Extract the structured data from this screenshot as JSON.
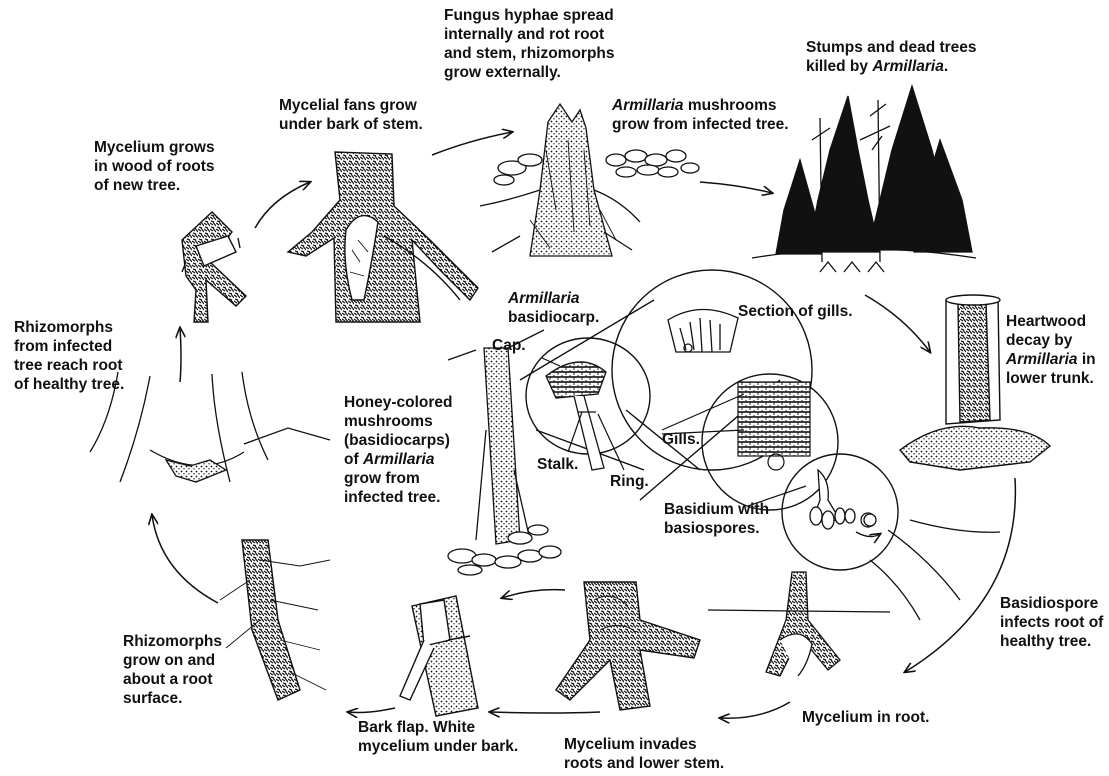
{
  "labels": {
    "mycelium_new_tree": [
      "Mycelium grows",
      "in wood of roots",
      "of new tree."
    ],
    "mycelial_fans": [
      "Mycelial fans grow",
      "under bark of stem."
    ],
    "fungus_hyphae": [
      "Fungus hyphae spread",
      "internally and rot root",
      "and stem, rhizomorphs",
      "grow externally."
    ],
    "armillaria_mushrooms": {
      "italic": "Armillaria",
      "rest": " mushrooms",
      "line2": "grow from infected tree."
    },
    "stumps": {
      "line1": "Stumps and dead trees",
      "pre": "killed by ",
      "italic": "Armillaria",
      "post": "."
    },
    "heartwood": {
      "line1": "Heartwood",
      "line2": "decay by",
      "italic": "Armillaria",
      "post": " in",
      "line4": "lower trunk."
    },
    "basidiospore_infects": [
      "Basidiospore",
      "infects root of",
      "healthy tree."
    ],
    "mycelium_in_root": "Mycelium in root.",
    "mycelium_invades": [
      "Mycelium invades",
      "roots and lower stem."
    ],
    "bark_flap": [
      "Bark flap. White",
      "mycelium under bark."
    ],
    "rhizomorphs_grow": [
      "Rhizomorphs",
      "grow on and",
      "about a root",
      "surface."
    ],
    "rhizomorphs_infected": [
      "Rhizomorphs",
      "from infected",
      "tree reach root",
      "of healthy tree."
    ],
    "honey_colored": {
      "l1": "Honey-colored",
      "l2": "mushrooms",
      "l3": "(basidiocarps)",
      "l4": "of ",
      "italic": "Armillaria",
      "l5": "grow from",
      "l6": "infected tree."
    },
    "basidiocarp": {
      "italic": "Armillaria",
      "line2": "basidiocarp."
    },
    "cap": "Cap.",
    "stalk": "Stalk.",
    "ring": "Ring.",
    "section_gills": "Section of gills.",
    "gills": "Gills.",
    "basidium": [
      "Basidium with",
      "basiospores."
    ]
  },
  "colors": {
    "ink": "#111111",
    "background": "#ffffff"
  }
}
